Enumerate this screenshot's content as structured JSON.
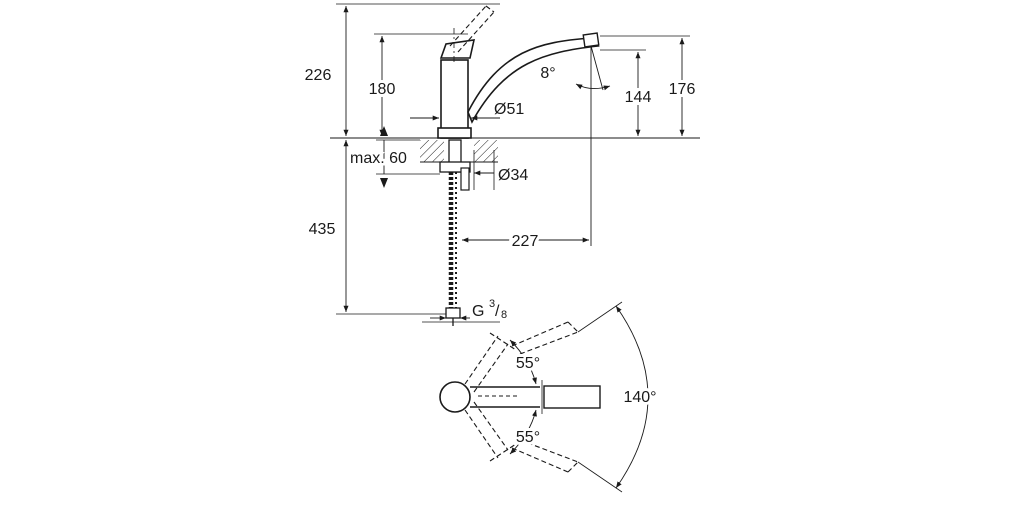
{
  "dimensions": {
    "overall_height": "226",
    "spout_top_height": "180",
    "aerator_height_right": "176",
    "aerator_clearance": "144",
    "spout_angle": "8°",
    "body_diameter": "Ø51",
    "max_deck_thickness": "max. 60",
    "hole_diameter": "Ø34",
    "hose_length": "435",
    "spout_reach": "227",
    "connection_g": "G",
    "connection_num": "3",
    "connection_den": "8",
    "swivel_left": "55°",
    "swivel_right": "55°",
    "swivel_total": "140°"
  },
  "colors": {
    "line": "#1a1a1a",
    "background": "#ffffff"
  }
}
